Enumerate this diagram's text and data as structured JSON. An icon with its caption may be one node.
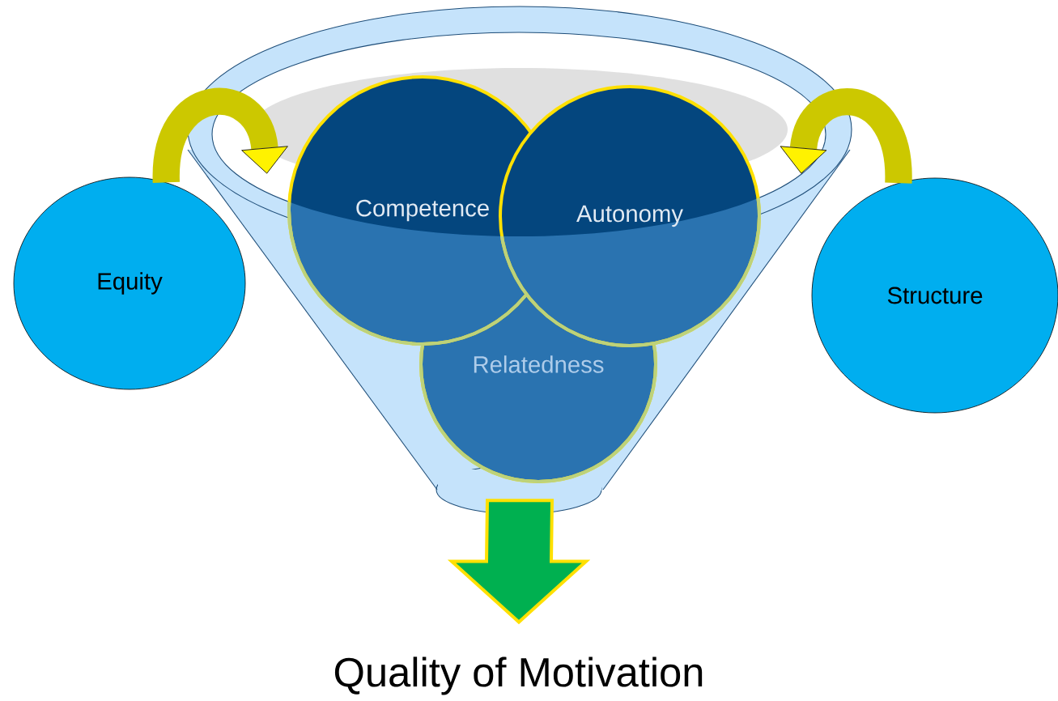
{
  "diagram": {
    "nodes": [
      {
        "text": [
          "Equity"
        ]
      },
      {
        "text": [],
        "shape": "funnel"
      },
      {
        "text": [
          "Competence"
        ]
      },
      {
        "text": [
          "Autonomy"
        ]
      },
      {
        "text": [
          "Relatedness"
        ],
        "in": 1
      },
      {
        "text": [
          "Structure"
        ]
      },
      {
        "text": [
          "Quality of Motivation"
        ]
      }
    ],
    "edges": [
      {
        "from": 0,
        "to": 1,
        "arrow": "to"
      },
      {
        "from": 5,
        "to": 1,
        "arrow": "to"
      },
      {
        "from": 1,
        "to": 6,
        "arrow": "to",
        "color": "#00b050"
      }
    ]
  }
}
